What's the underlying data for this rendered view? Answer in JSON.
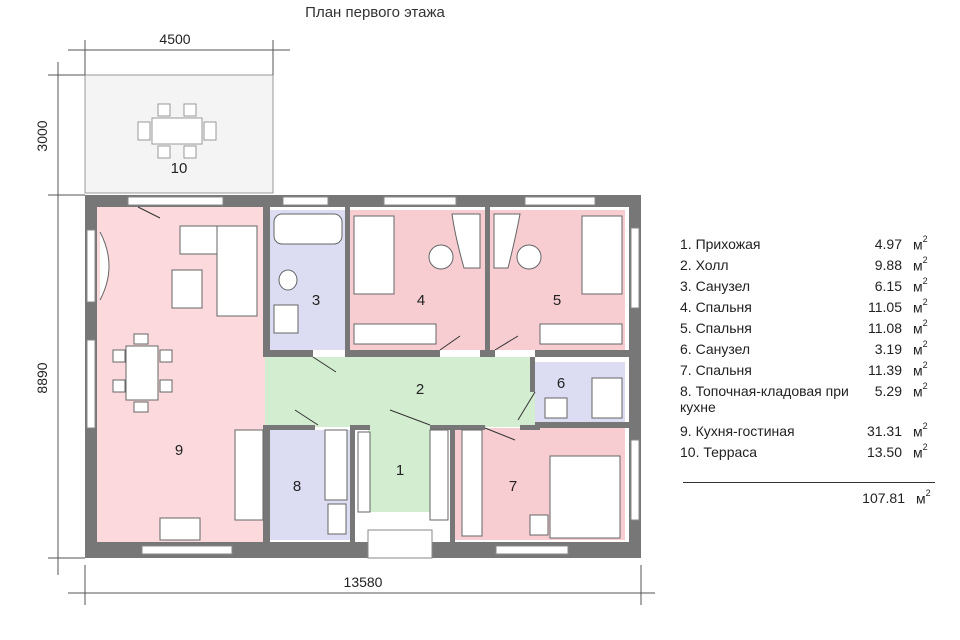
{
  "title": "План первого этажа",
  "dimensions": {
    "terrace_width": "4500",
    "terrace_depth": "3000",
    "house_depth": "8890",
    "house_width": "13580"
  },
  "room_numbers": {
    "r1": "1",
    "r2": "2",
    "r3": "3",
    "r4": "4",
    "r5": "5",
    "r6": "6",
    "r7": "7",
    "r8": "8",
    "r9": "9",
    "r10": "10"
  },
  "legend": [
    {
      "label": "1.  Прихожая",
      "value": "4.97",
      "unit": "м",
      "exp": "2"
    },
    {
      "label": "2.  Холл",
      "value": "9.88",
      "unit": "м",
      "exp": "2"
    },
    {
      "label": "3.  Санузел",
      "value": "6.15",
      "unit": "м",
      "exp": "2"
    },
    {
      "label": "4.  Спальня",
      "value": "11.05",
      "unit": "м",
      "exp": "2"
    },
    {
      "label": "5.  Спальня",
      "value": "11.08",
      "unit": "м",
      "exp": "2"
    },
    {
      "label": "6.  Санузел",
      "value": "3.19",
      "unit": "м",
      "exp": "2"
    },
    {
      "label": "7.  Спальня",
      "value": "11.39",
      "unit": "м",
      "exp": "2"
    },
    {
      "label": "8.  Топочная-кладовая при кухне",
      "value": "5.29",
      "unit": "м",
      "exp": "2"
    },
    {
      "label": "9.  Кухня-гостиная",
      "value": "31.31",
      "unit": "м",
      "exp": "2"
    },
    {
      "label": "10.  Терраса",
      "value": "13.50",
      "unit": "м",
      "exp": "2"
    }
  ],
  "total": {
    "value": "107.81",
    "unit": "м",
    "exp": "2"
  },
  "colors": {
    "wall": "#777777",
    "bedroom": "#f7cdd2",
    "kitchen": "#fbd9dc",
    "hall": "#d3edd0",
    "bath": "#dcdcf2",
    "furniture_line": "#555555"
  }
}
